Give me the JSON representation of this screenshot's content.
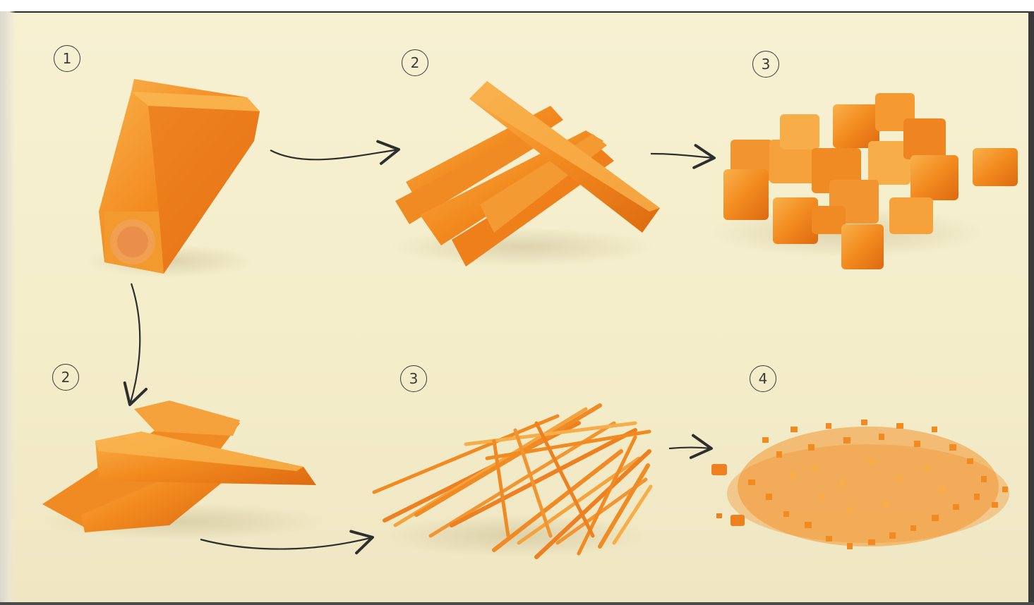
{
  "steps": {
    "top_1": "1",
    "top_2": "2",
    "top_3": "3",
    "bottom_2": "2",
    "bottom_3": "3",
    "bottom_4": "4"
  },
  "colors": {
    "background": "#f4edc9",
    "carrot": "#f28a1f",
    "carrot_light": "#f7a53e",
    "carrot_dark": "#d9650f",
    "arrow": "#2e2e2e"
  }
}
